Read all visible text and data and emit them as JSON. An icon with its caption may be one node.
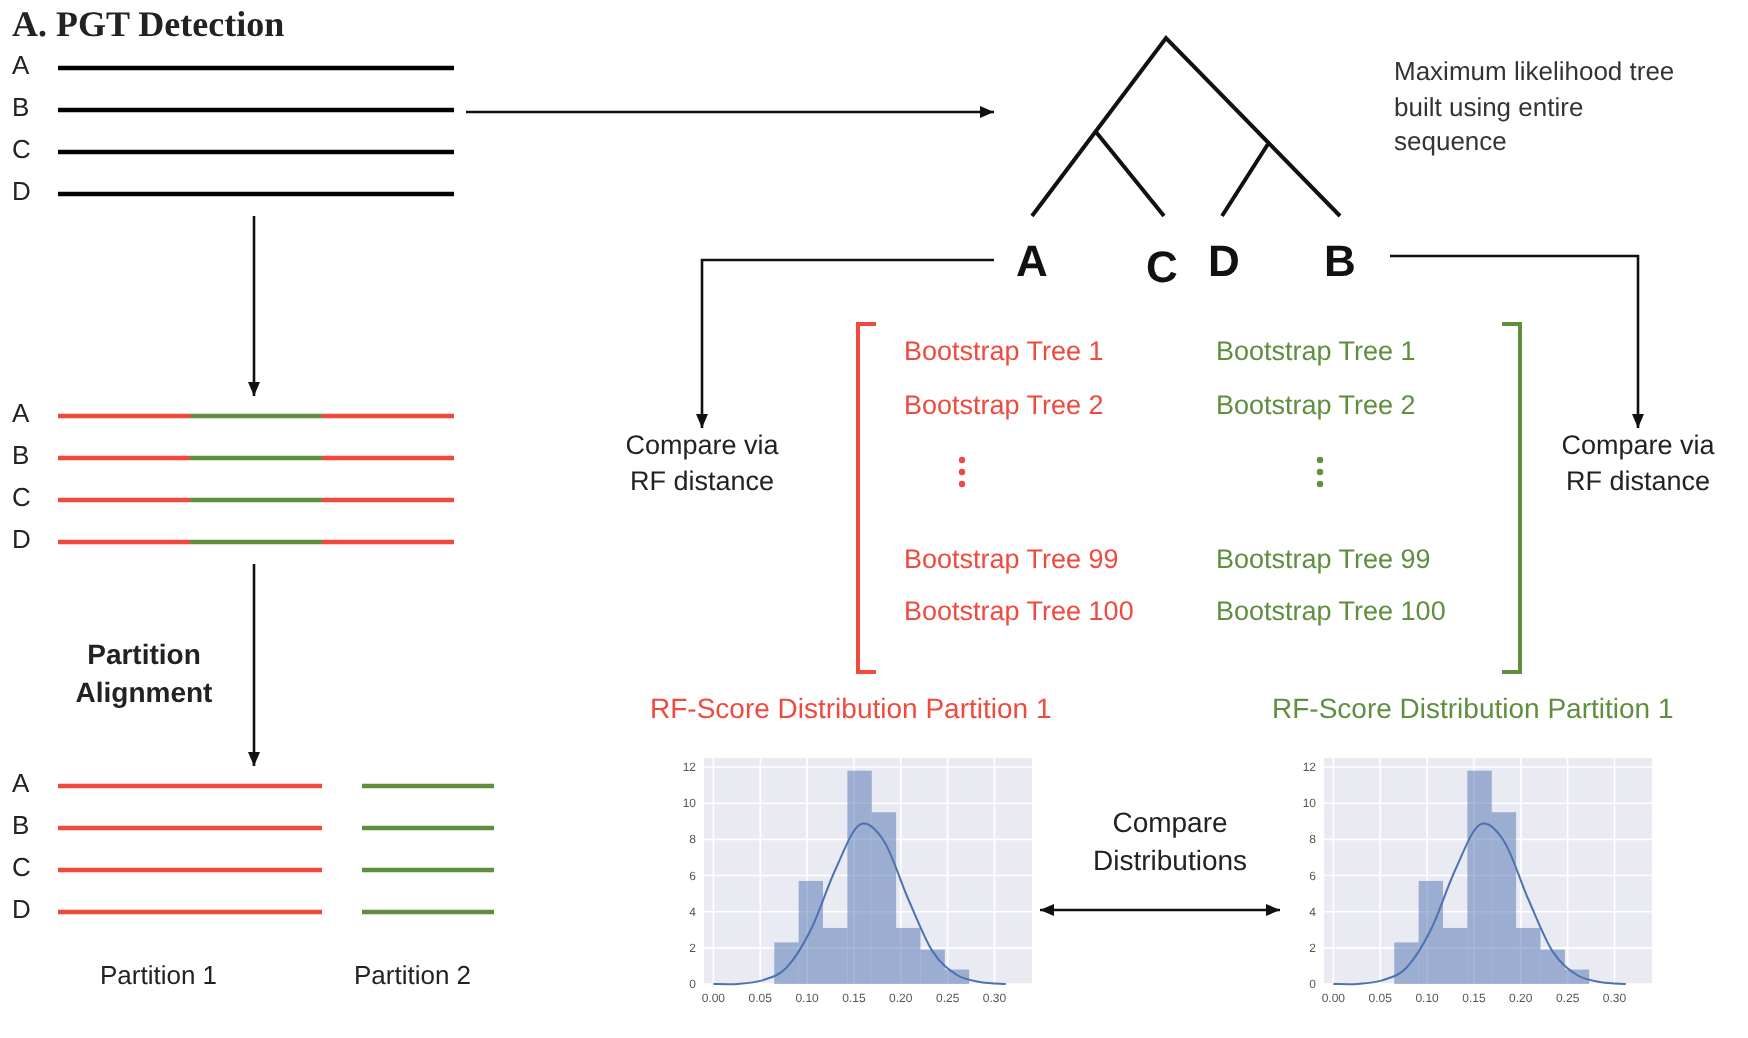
{
  "diagram": {
    "title": "A. PGT Detection",
    "nodes": [
      {
        "text": [
          "A",
          "B",
          "C",
          "D"
        ]
      },
      {
        "text": [
          "A",
          "B",
          "C",
          "D"
        ]
      },
      {
        "text": [
          "A",
          "B",
          "C",
          "D",
          "Partition 1",
          "Partition 2"
        ]
      },
      {
        "text": [
          "A",
          "C",
          "D",
          "B"
        ],
        "beside": [
          "Maximum likelihood tree built using entire sequence"
        ]
      },
      {
        "text": [
          "Compare via RF distance"
        ]
      },
      {
        "text": [
          "Bootstrap Tree 1",
          "Bootstrap Tree 2",
          "Bootstrap Tree 99",
          "Bootstrap Tree 100"
        ]
      },
      {
        "text": [
          "Bootstrap Tree 1",
          "Bootstrap Tree 2",
          "Bootstrap Tree 99",
          "Bootstrap Tree 100"
        ]
      },
      {
        "text": [
          "Compare via RF distance"
        ]
      },
      {
        "text": [],
        "shape": "picture",
        "beside": [
          "RF-Score Distribution Partition 1"
        ]
      },
      {
        "text": [],
        "shape": "picture",
        "beside": [
          "RF-Score Distribution Partition 1"
        ]
      }
    ],
    "edges": [
      {
        "from": 0,
        "to": 3,
        "arrow": "to"
      },
      {
        "from": 0,
        "to": 1,
        "arrow": "to"
      },
      {
        "from": 1,
        "to": 2,
        "arrow": "to",
        "label": "Partition Alignment"
      },
      {
        "from": 3,
        "to": 4,
        "arrow": "to"
      },
      {
        "from": 3,
        "to": 7,
        "arrow": "to"
      },
      {
        "from": 8,
        "to": 9,
        "arrow": "both",
        "label": "Compare Distributions"
      }
    ],
    "chart_data": [
      {
        "type": "bar",
        "x": [
          0,
          0.026,
          0.052,
          0.078,
          0.104,
          0.13,
          0.156,
          0.182,
          0.208,
          0.234,
          0.26,
          0.286,
          0.312
        ],
        "series": [
          {
            "color": "#4c72b0",
            "values": [
              null,
              null,
              null,
              2.3,
              5.7,
              3.1,
              11.8,
              9.5,
              3.1,
              1.9,
              0.8,
              null,
              null
            ]
          },
          {
            "type": "line",
            "color": "#4c72b0",
            "values": [
              0,
              0,
              0.2,
              0.9,
              3.0,
              6.3,
              8.8,
              7.9,
              4.7,
              1.8,
              0.5,
              0.1,
              0
            ]
          }
        ],
        "xlim": [
          -0.01,
          0.34
        ],
        "ylim": [
          0,
          12.5
        ],
        "xticks": [
          {
            "value": 0,
            "label": "0.00"
          },
          {
            "value": 0.05,
            "label": "0.05"
          },
          {
            "value": 0.1,
            "label": "0.10"
          },
          {
            "value": 0.15,
            "label": "0.15"
          },
          {
            "value": 0.2,
            "label": "0.20"
          },
          {
            "value": 0.25,
            "label": "0.25"
          },
          {
            "value": 0.3,
            "label": "0.30"
          }
        ],
        "yticks": [
          0,
          2,
          4,
          6,
          8,
          10,
          12
        ],
        "grid": true
      },
      {
        "type": "bar",
        "x": [
          0,
          0.026,
          0.052,
          0.078,
          0.104,
          0.13,
          0.156,
          0.182,
          0.208,
          0.234,
          0.26,
          0.286,
          0.312
        ],
        "series": [
          {
            "color": "#4c72b0",
            "values": [
              null,
              null,
              null,
              2.3,
              5.7,
              3.1,
              11.8,
              9.5,
              3.1,
              1.9,
              0.8,
              null,
              null
            ]
          },
          {
            "type": "line",
            "color": "#4c72b0",
            "values": [
              0,
              0,
              0.2,
              0.9,
              3.0,
              6.3,
              8.8,
              7.9,
              4.7,
              1.8,
              0.5,
              0.1,
              0
            ]
          }
        ],
        "xlim": [
          -0.01,
          0.34
        ],
        "ylim": [
          0,
          12.5
        ],
        "xticks": [
          {
            "value": 0,
            "label": "0.00"
          },
          {
            "value": 0.05,
            "label": "0.05"
          },
          {
            "value": 0.1,
            "label": "0.10"
          },
          {
            "value": 0.15,
            "label": "0.15"
          },
          {
            "value": 0.2,
            "label": "0.20"
          },
          {
            "value": 0.25,
            "label": "0.25"
          },
          {
            "value": 0.3,
            "label": "0.30"
          }
        ],
        "yticks": [
          0,
          2,
          4,
          6,
          8,
          10,
          12
        ],
        "grid": true
      }
    ]
  }
}
